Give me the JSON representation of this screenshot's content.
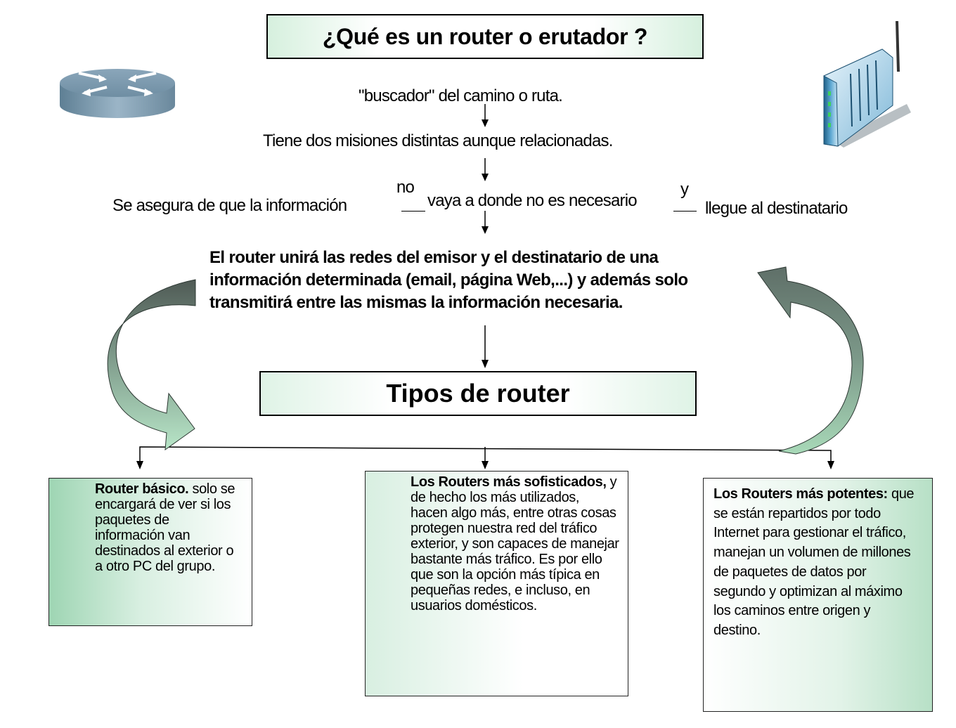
{
  "title": "¿Qué es un router o erutador ?",
  "line1": "\"buscador\" del camino o ruta.",
  "line2": "Tiene dos misiones distintas aunque relacionadas.",
  "missions": {
    "left": "Se asegura de que la información",
    "no": "no",
    "middle": "vaya a donde no es necesario",
    "y": "y",
    "right": "llegue al destinatario"
  },
  "summary": "El router unirá las redes del emisor y el destinatario de una información determinada (email, página Web,...) y además solo transmitirá entre las mismas la información necesaria.",
  "types_title": "Tipos de router",
  "types": [
    {
      "heading": "Router básico.",
      "text": " solo se encargará de ver si los paquetes de información van destinados al exterior o a otro PC del grupo."
    },
    {
      "heading": "Los Routers más sofisticados,",
      "text": " y de hecho los más utilizados, hacen algo más, entre otras cosas protegen nuestra red del tráfico exterior, y son capaces de manejar bastante más tráfico. Es por ello que son la opción más típica en pequeñas redes, e incluso, en usuarios domésticos."
    },
    {
      "heading": "Los Routers más potentes:",
      "text": " que se están repartidos por todo Internet para gestionar el tráfico, manejan un volumen de millones de paquetes de datos por segundo y optimizan al máximo los caminos entre origen y destino."
    }
  ],
  "icons": {
    "left": "router-symbol-icon",
    "right": "wireless-router-icon"
  }
}
